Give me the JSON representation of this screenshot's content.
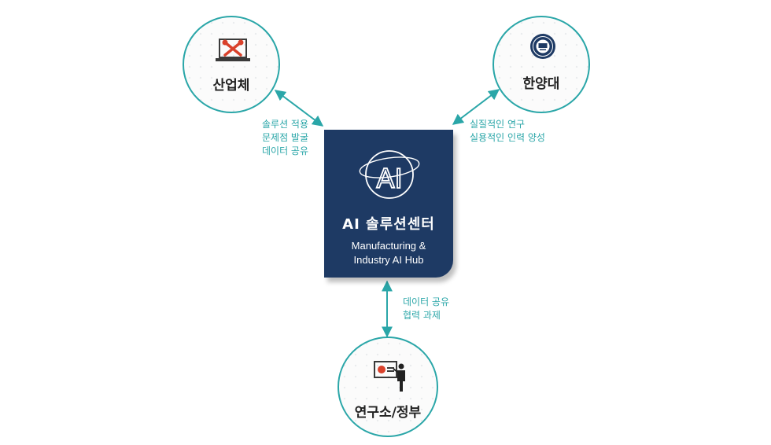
{
  "hub": {
    "ai_mark": "AI",
    "title": "AI 솔루션센터",
    "subtitle_line1": "Manufacturing &",
    "subtitle_line2": "Industry AI Hub",
    "color": "#1e3a64"
  },
  "nodes": {
    "industry": {
      "label": "산업체",
      "icon": "tools-laptop-icon"
    },
    "university": {
      "label": "한양대",
      "icon": "university-seal-icon"
    },
    "research": {
      "label": "연구소/정부",
      "icon": "presentation-icon"
    }
  },
  "links": {
    "industry": [
      "솔루션 적용",
      "문제점 발굴",
      "데이터 공유"
    ],
    "university": [
      "실질적인 연구",
      "실용적인 인력 양성"
    ],
    "research": [
      "데이터 공유",
      "협력 과제"
    ]
  },
  "colors": {
    "accent": "#2aa6a8",
    "icon_red": "#d9412b"
  }
}
